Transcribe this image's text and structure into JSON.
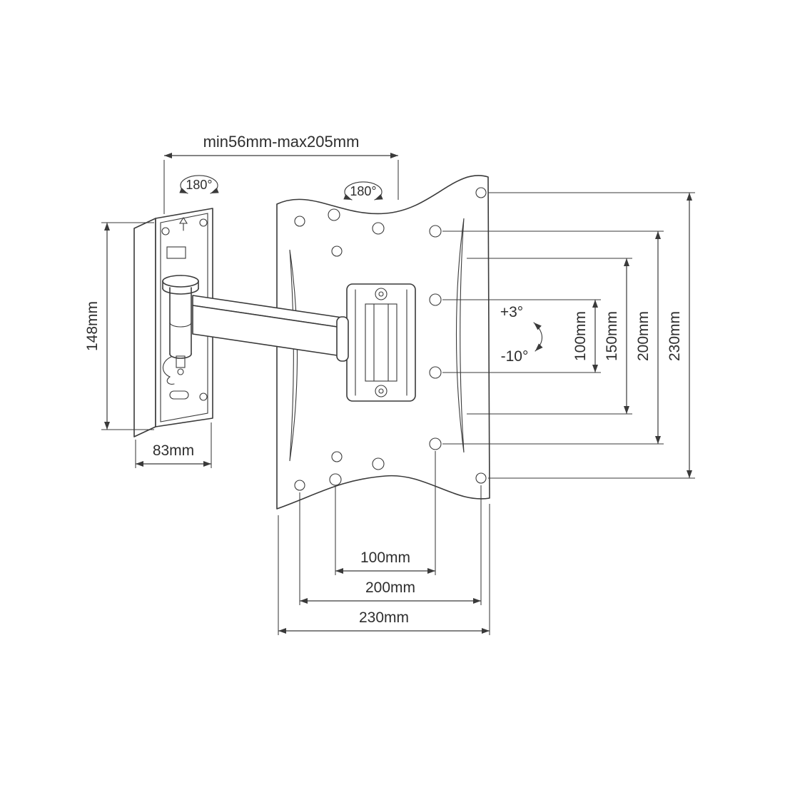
{
  "colors": {
    "ink": "#3a3a3a",
    "background": "#ffffff",
    "text": "#2e2e2e"
  },
  "labels": {
    "arm_extension": "min56mm-max205mm",
    "swivel_left": "180°",
    "swivel_right": "180°",
    "wall_plate_height": "148mm",
    "wall_plate_width": "83mm",
    "tilt_up": "+3°",
    "tilt_down": "-10°",
    "vertical_100": "100mm",
    "vertical_150": "150mm",
    "vertical_200": "200mm",
    "vertical_230": "230mm",
    "horizontal_100": "100mm",
    "horizontal_200": "200mm",
    "horizontal_230": "230mm"
  }
}
